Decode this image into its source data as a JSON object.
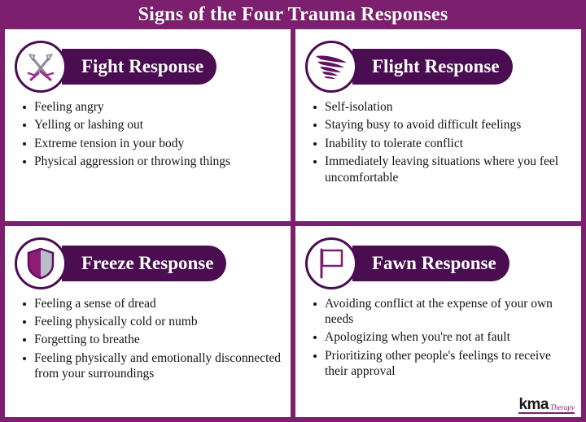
{
  "header": {
    "title": "Signs of the Four Trauma Responses"
  },
  "colors": {
    "background": "#7b1f6e",
    "pill": "#4b0d52",
    "card": "#ffffff",
    "text": "#141414"
  },
  "cards": [
    {
      "id": "fight",
      "icon": "crossed-swords-icon",
      "heading": "Fight Response",
      "signs": [
        "Feeling angry",
        "Yelling or lashing out",
        "Extreme tension in your body",
        "Physical aggression or throwing things"
      ]
    },
    {
      "id": "flight",
      "icon": "wing-icon",
      "heading": "Flight Response",
      "signs": [
        "Self-isolation",
        "Staying busy to avoid difficult feelings",
        "Inability to tolerate conflict",
        "Immediately leaving situations where you feel uncomfortable"
      ]
    },
    {
      "id": "freeze",
      "icon": "shield-icon",
      "heading": "Freeze Response",
      "signs": [
        "Feeling a sense of dread",
        "Feeling physically cold or numb",
        "Forgetting to breathe",
        "Feeling physically and emotionally disconnected from your surroundings"
      ]
    },
    {
      "id": "fawn",
      "icon": "white-flag-icon",
      "heading": "Fawn Response",
      "signs": [
        "Avoiding conflict at the expense of your own needs",
        "Apologizing when you're not at fault",
        "Prioritizing other people's feelings to receive their approval"
      ]
    }
  ],
  "logo": {
    "main": "kma",
    "sub": "Therapy"
  }
}
